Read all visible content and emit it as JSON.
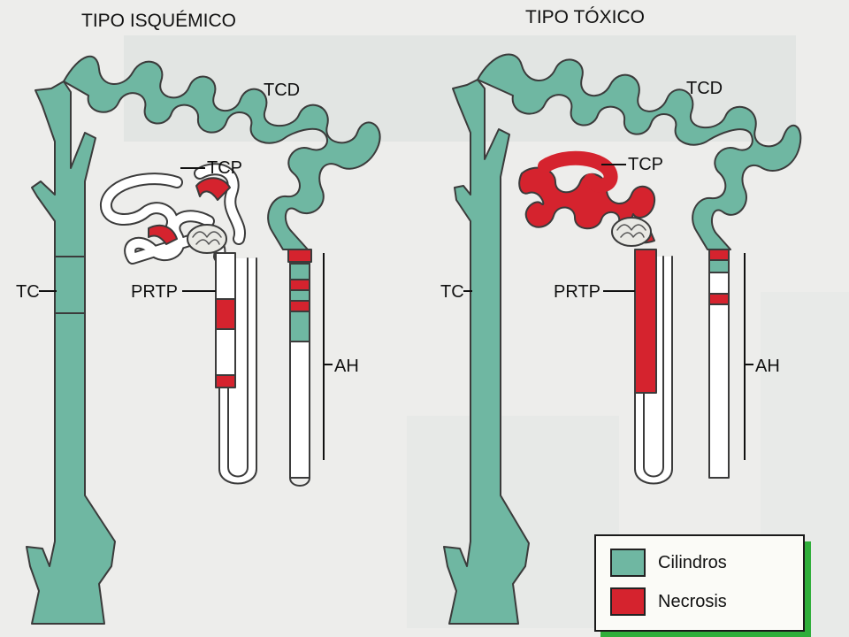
{
  "diagram": {
    "left_title": "TIPO ISQUÉMICO",
    "right_title": "TIPO TÓXICO",
    "labels": {
      "tcd": "TCD",
      "tcp": "TCP",
      "tc": "TC",
      "prtp": "PRTP",
      "ah": "AH"
    }
  },
  "legend": {
    "cylinders": "Cilindros",
    "necrosis": "Necrosis"
  },
  "colors": {
    "cylinders": "#6fb7a2",
    "necrosis": "#d5232e",
    "outline": "#3b3b3b",
    "background": "#ededeb"
  }
}
